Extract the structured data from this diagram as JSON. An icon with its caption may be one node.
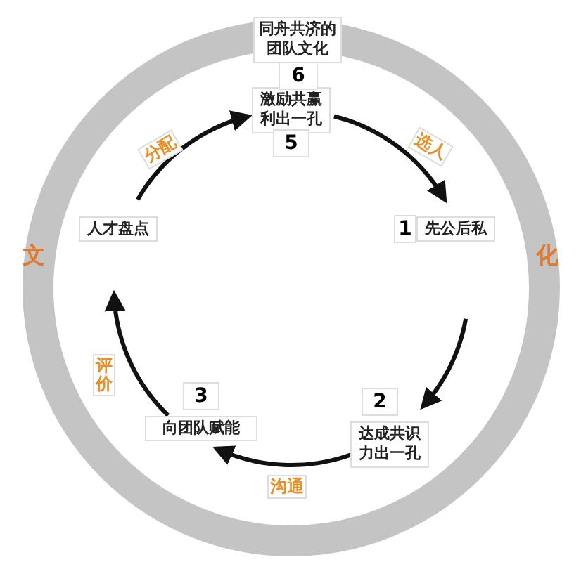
{
  "diagram": {
    "nodes": [
      {
        "text": [
          "同舟共济的团队文化"
        ],
        "beside": [
          "6"
        ]
      },
      {
        "text": [
          "激励共赢利出一孔"
        ],
        "beside": [
          "5"
        ]
      },
      {
        "text": [
          "先公后私"
        ],
        "beside": [
          "1"
        ]
      },
      {
        "text": [
          "达成共识力出一孔"
        ],
        "beside": [
          "2"
        ]
      },
      {
        "text": [
          "向团队赋能"
        ],
        "beside": [
          "3"
        ]
      },
      {
        "text": [
          "人才盘点"
        ]
      }
    ],
    "edges": [
      {
        "from": 1,
        "to": 2,
        "arrow": "to",
        "label": "选人"
      },
      {
        "from": 2,
        "to": 3,
        "arrow": "to"
      },
      {
        "from": 3,
        "to": 4,
        "arrow": "to",
        "label": "沟通"
      },
      {
        "from": 4,
        "to": 5,
        "arrow": "to",
        "label": "评价"
      },
      {
        "from": 5,
        "to": 1,
        "arrow": "to",
        "label": "分配"
      }
    ],
    "labels": [
      "文",
      "化"
    ]
  }
}
